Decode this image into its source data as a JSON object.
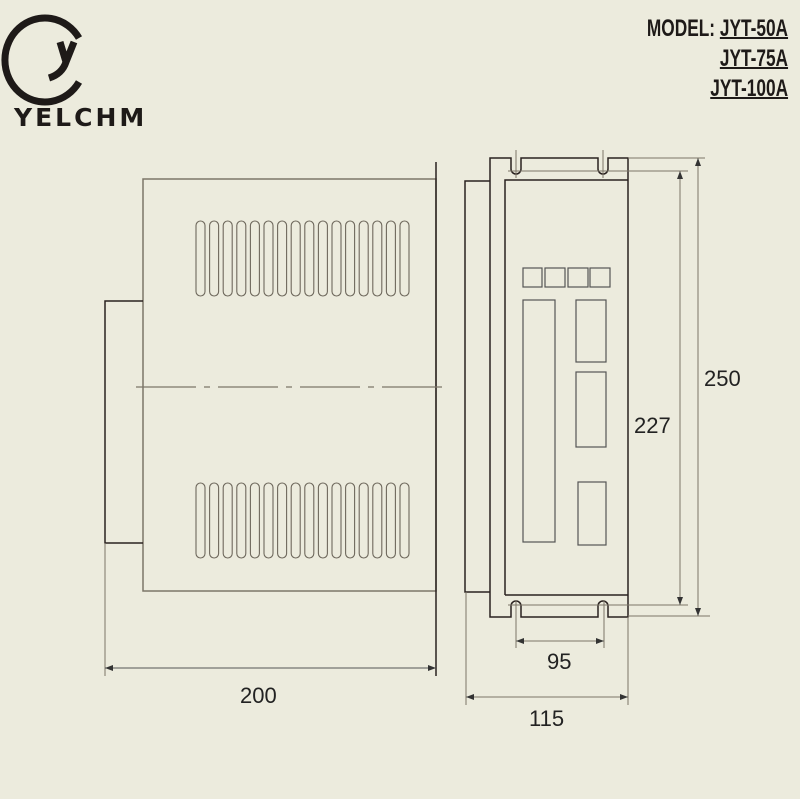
{
  "brand": {
    "name": "YELCHM"
  },
  "model": {
    "label": "MODEL:",
    "models": [
      "JYT-50A",
      "JYT-75A",
      "JYT-100A"
    ]
  },
  "dimensions": {
    "depth": "200",
    "width": "115",
    "mount_spacing": "95",
    "height": "250",
    "mount_height": "227"
  },
  "colors": {
    "background": "#ecebdd",
    "outline": "#2a2220",
    "thin": "#7c7668"
  }
}
